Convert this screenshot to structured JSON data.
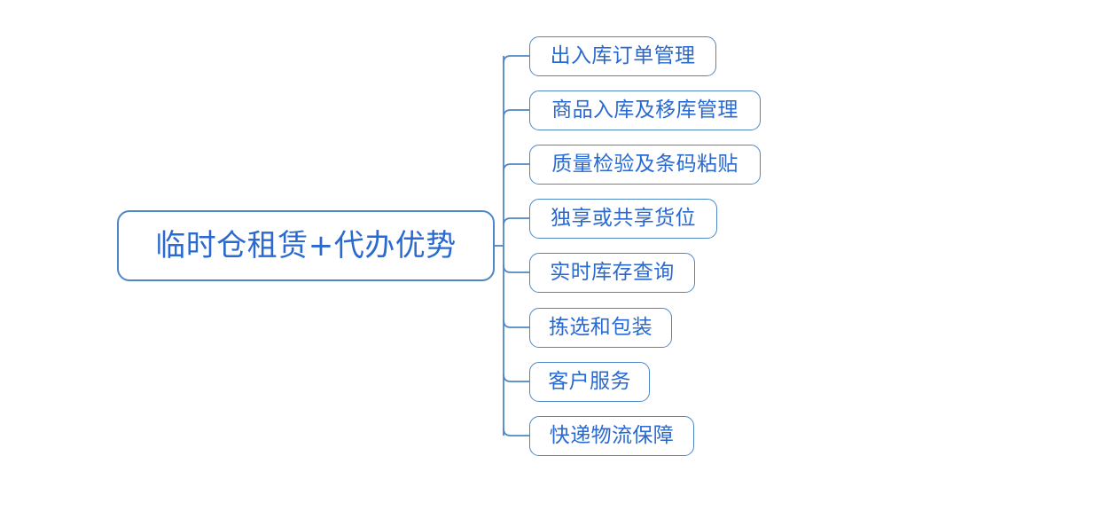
{
  "diagram": {
    "type": "mind-map",
    "orientation": "left-to-right",
    "background_color": "#ffffff",
    "node_border_color": "#4f86c6",
    "node_text_color": "#2a6ad0",
    "connector_color": "#4f86c6",
    "root": {
      "label": "临时仓租赁+代办优势"
    },
    "children": [
      {
        "label": "出入库订单管理"
      },
      {
        "label": "商品入库及移库管理"
      },
      {
        "label": "质量检验及条码粘贴"
      },
      {
        "label": "独享或共享货位"
      },
      {
        "label": "实时库存查询"
      },
      {
        "label": "拣选和包装"
      },
      {
        "label": "客户服务"
      },
      {
        "label": "快递物流保障"
      }
    ]
  }
}
